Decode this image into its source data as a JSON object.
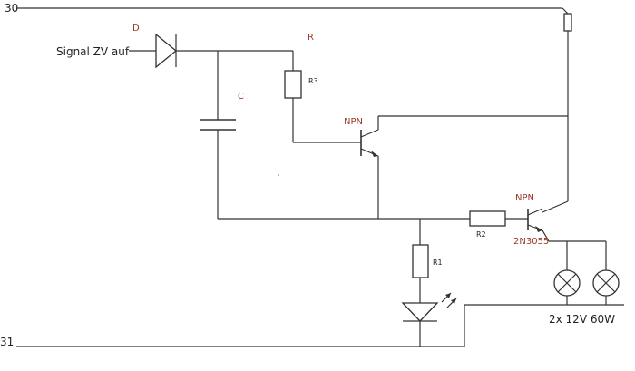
{
  "rails": {
    "top": "30",
    "bottom": "31"
  },
  "input": {
    "signal": "Signal ZV auf"
  },
  "components": {
    "diode_label": "D",
    "resistor_group_label": "R",
    "r3_label": "R3",
    "capacitor_label": "C",
    "npn1_label": "NPN",
    "npn2_label": "NPN",
    "npn2_part": "2N3055",
    "r2_label": "R2",
    "r1_label": "R1"
  },
  "load": {
    "lamps_label": "2x 12V 60W"
  }
}
